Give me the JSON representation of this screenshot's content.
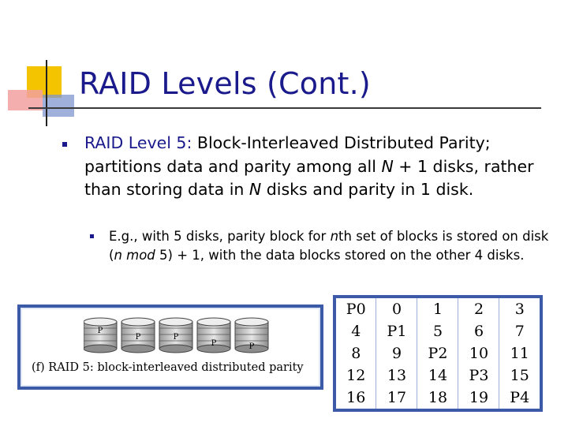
{
  "slide": {
    "title": "RAID Levels (Cont.)"
  },
  "bullet1": {
    "heading": "RAID Level 5:",
    "text_pre": " Block-Interleaved Distributed Parity; partitions data and parity among all ",
    "n1": "N",
    "text_mid": " + 1 disks, rather than storing data in ",
    "n2": "N",
    "text_post": " disks and parity in 1 disk."
  },
  "bullet2": {
    "t1": "E.g., with 5 disks, parity block for ",
    "n": "n",
    "t2": "th set of blocks is stored on disk (",
    "expr": "n mod",
    "t3": " 5) + 1, with the data blocks stored on the other 4 disks."
  },
  "figure": {
    "disk_labels": [
      "P",
      "P",
      "P",
      "P",
      "P"
    ],
    "caption": "(f) RAID 5: block-interleaved distributed parity"
  },
  "parity_table": {
    "rows": [
      [
        "P0",
        "0",
        "1",
        "2",
        "3"
      ],
      [
        "4",
        "P1",
        "5",
        "6",
        "7"
      ],
      [
        "8",
        "9",
        "P2",
        "10",
        "11"
      ],
      [
        "12",
        "13",
        "14",
        "P3",
        "15"
      ],
      [
        "16",
        "17",
        "18",
        "19",
        "P4"
      ]
    ]
  },
  "colors": {
    "title": "#1a1a8c",
    "accent_yellow": "#f5c400",
    "accent_red": "#e87878",
    "accent_blue": "#3b5ba8",
    "frame": "#3b5ba8"
  }
}
